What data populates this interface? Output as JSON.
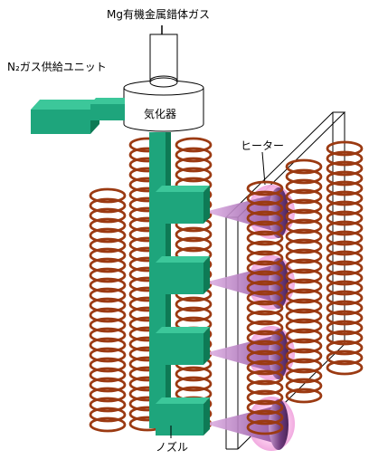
{
  "labels": {
    "mg_gas": "Mg有機金属錯体ガス",
    "n2_unit": "N₂ガス供給ユニット",
    "vaporizer": "気化器",
    "heater": "ヒーター",
    "nozzle": "ノズル"
  },
  "colors": {
    "coil": "#9b3a12",
    "pipe_green": "#1ea57c",
    "pipe_green_dark": "#0e7a55",
    "pipe_green_light": "#3cc79a",
    "plume": "#b070c0",
    "glow": "#ffc8ef",
    "frame": "#000000"
  }
}
